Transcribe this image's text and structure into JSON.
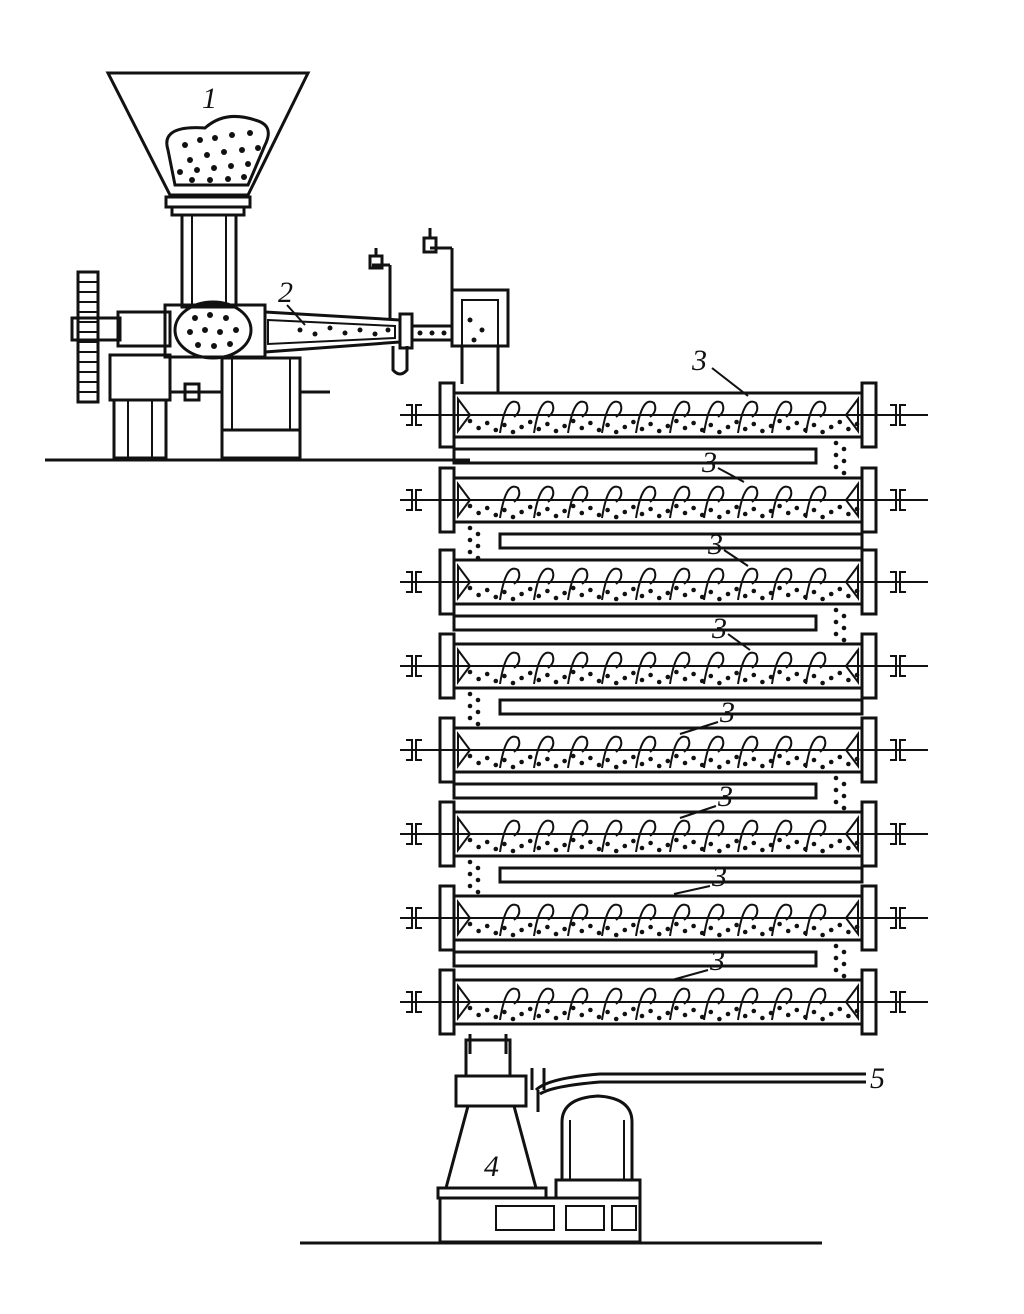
{
  "labels": {
    "hopper": "1",
    "screw_press": "2",
    "tube_1": "3",
    "tube_2": "3",
    "tube_3": "3",
    "tube_4": "3",
    "tube_5": "3",
    "tube_6": "3",
    "tube_7": "3",
    "tube_8": "3",
    "discharge": "4",
    "outlet": "5"
  },
  "colors": {
    "ink": "#111111",
    "paper": "#ffffff"
  }
}
